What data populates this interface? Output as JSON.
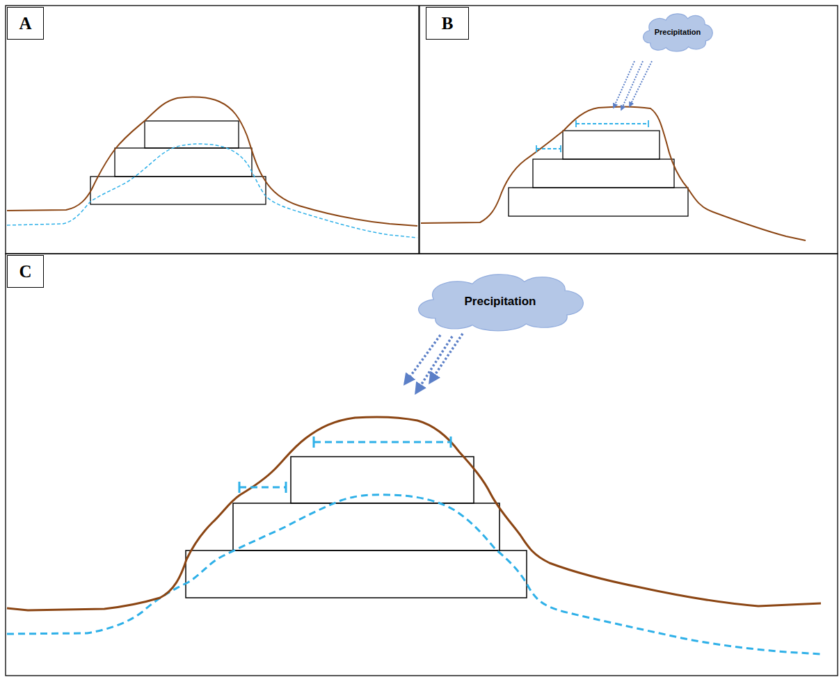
{
  "diagram": {
    "nodes": [
      {
        "text": [
          "A"
        ]
      },
      {
        "text": [
          "B"
        ]
      },
      {
        "text": [
          "Precipitation"
        ]
      },
      {
        "text": [
          "C"
        ]
      },
      {
        "text": [
          "Precipitation"
        ]
      }
    ]
  }
}
